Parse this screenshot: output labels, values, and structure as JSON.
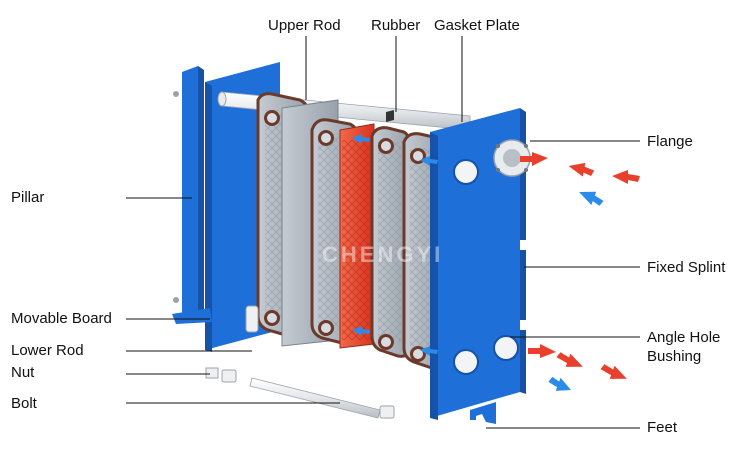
{
  "labels": {
    "upper_rod": "Upper Rod",
    "rubber": "Rubber",
    "gasket_plate": "Gasket Plate",
    "flange": "Flange",
    "pillar": "Pillar",
    "fixed_splint": "Fixed Splint",
    "movable_board": "Movable Board",
    "angle_hole": "Angle Hole",
    "bushing": "Bushing",
    "lower_rod": "Lower Rod",
    "nut": "Nut",
    "bolt": "Bolt",
    "feet": "Feet"
  },
  "watermark": "CHENGYI",
  "colors": {
    "frame_blue": "#1f6fd8",
    "frame_blue_dark": "#1552a8",
    "plate_gray": "#aab2bc",
    "gasket_brown": "#6b3a2a",
    "hot_red": "#e8402c",
    "cold_blue": "#2b8be8",
    "rod_white": "#eef0f2"
  },
  "icons": {
    "hot_flow": "red-arrow-icon",
    "cold_flow": "blue-arrow-icon"
  }
}
